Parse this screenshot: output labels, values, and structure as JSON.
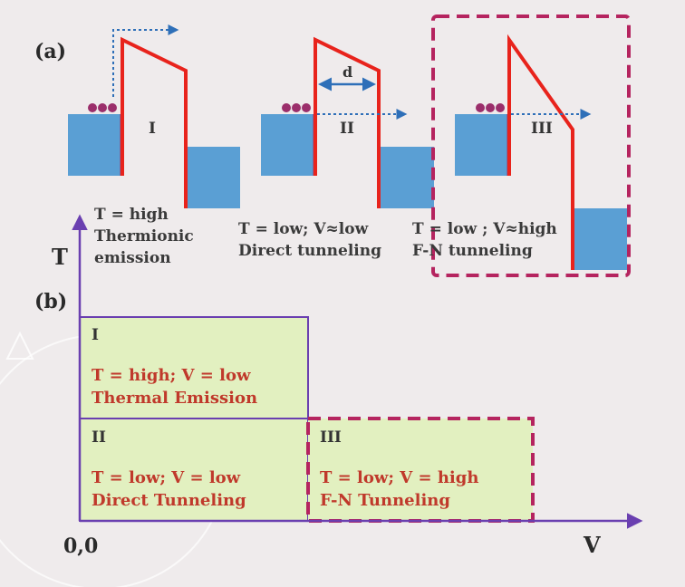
{
  "panel_a": {
    "label": "(a)",
    "regime_1": {
      "numeral": "I",
      "condition": "T = high\nThermionic\nemission"
    },
    "regime_2": {
      "numeral": "II",
      "barrier_width": "d",
      "condition": "T = low; V≈low\nDirect tunneling"
    },
    "regime_3": {
      "numeral": "III",
      "condition": "T = low ; V≈high\nF-N tunneling"
    }
  },
  "panel_b": {
    "label": "(b)",
    "y_axis_label": "T",
    "x_axis_label": "V",
    "origin_label": "0,0",
    "regions": [
      {
        "numeral": "I",
        "text": "T = high; V = low\nThermal Emission"
      },
      {
        "numeral": "II",
        "text": "T = low; V = low\nDirect Tunneling"
      },
      {
        "numeral": "III",
        "text": "T = low; V = high\nF-N Tunneling"
      }
    ]
  },
  "colors": {
    "electrode_blue": "#5a9fd4",
    "barrier_red": "#e8231c",
    "dashed_highlight": "#b5245f",
    "axis_purple": "#6a3fb0",
    "region_fill": "#e2f0c0",
    "region_text": "#c0392b",
    "arrow_blue": "#2e6fb8",
    "electron": "#9b2e6b"
  }
}
